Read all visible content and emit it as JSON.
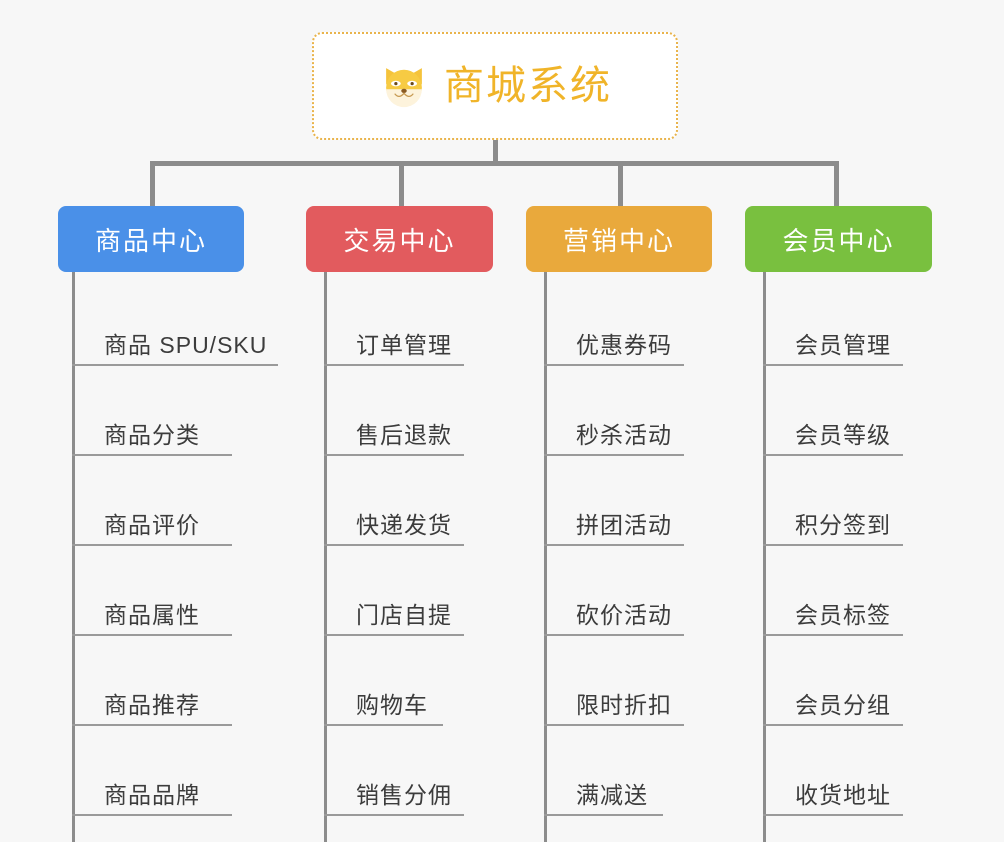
{
  "page": {
    "background_color": "#f7f7f7",
    "line_color": "#8c8c8c",
    "leaf_text_color": "#3c3c3c"
  },
  "root": {
    "title": "商城系统",
    "icon": "shiba-dog-face-emoji",
    "text_color": "#f0b429",
    "border_color": "#e9b44c",
    "background_color": "#ffffff"
  },
  "columns": [
    {
      "title": "商品中心",
      "color": "#4a90e8",
      "items": [
        "商品 SPU/SKU",
        "商品分类",
        "商品评价",
        "商品属性",
        "商品推荐",
        "商品品牌"
      ]
    },
    {
      "title": "交易中心",
      "color": "#e25b5e",
      "items": [
        "订单管理",
        "售后退款",
        "快递发货",
        "门店自提",
        "购物车",
        "销售分佣"
      ]
    },
    {
      "title": "营销中心",
      "color": "#e9a93c",
      "items": [
        "优惠券码",
        "秒杀活动",
        "拼团活动",
        "砍价活动",
        "限时折扣",
        "满减送"
      ]
    },
    {
      "title": "会员中心",
      "color": "#79c03f",
      "items": [
        "会员管理",
        "会员等级",
        "积分签到",
        "会员标签",
        "会员分组",
        "收货地址"
      ]
    }
  ]
}
